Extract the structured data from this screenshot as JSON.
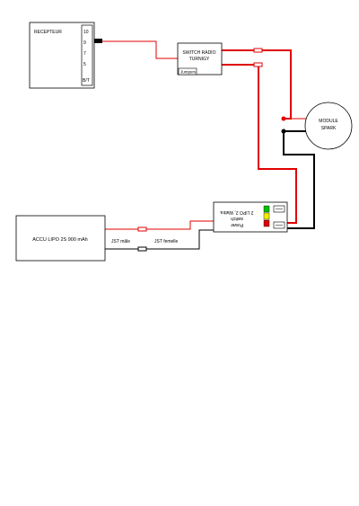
{
  "receiver": {
    "title": "RECEPTEUR",
    "pins": [
      "10",
      "9",
      "7",
      "5",
      "B/T"
    ]
  },
  "switch_radio": {
    "line1": "SWITCH RADIO",
    "line2": "TURNIGY",
    "jumpers": "Jumpers"
  },
  "module_spark": {
    "line1": "MODULE",
    "line2": "SPARK"
  },
  "power_switch": {
    "line1": "Power",
    "line2": "switch",
    "line3": "2 LIPO 2, Wattra"
  },
  "battery": {
    "label": "ACCU LIPO 2S 900 mAh"
  },
  "connectors": {
    "male": "JST mâle",
    "female": "JST femelle"
  },
  "colors": {
    "positive_wire": "#e00000",
    "negative_wire": "#000000",
    "led_green": "#00c000",
    "led_yellow": "#f0f000",
    "led_red": "#e00000"
  }
}
